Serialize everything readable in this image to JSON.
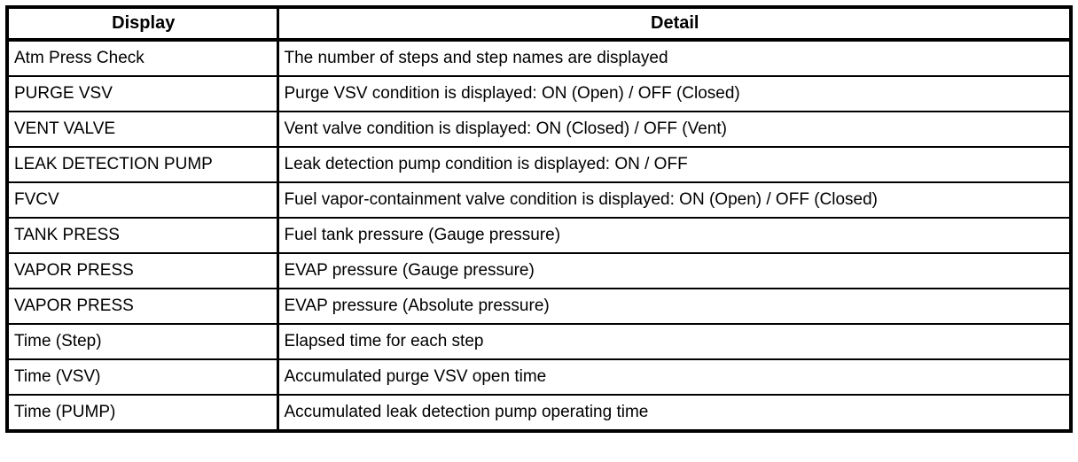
{
  "table": {
    "headers": {
      "display": "Display",
      "detail": "Detail"
    },
    "rows": [
      {
        "display": "Atm Press Check",
        "detail": "The number of steps and step names are displayed"
      },
      {
        "display": "PURGE VSV",
        "detail": "Purge VSV condition is displayed: ON (Open) / OFF (Closed)"
      },
      {
        "display": "VENT VALVE",
        "detail": "Vent valve condition is displayed: ON (Closed) / OFF (Vent)"
      },
      {
        "display": "LEAK DETECTION PUMP",
        "detail": "Leak detection pump condition is displayed: ON / OFF"
      },
      {
        "display": "FVCV",
        "detail": "Fuel vapor-containment valve condition is displayed: ON (Open) / OFF (Closed)"
      },
      {
        "display": "TANK PRESS",
        "detail": "Fuel tank pressure (Gauge pressure)"
      },
      {
        "display": "VAPOR PRESS",
        "detail": "EVAP pressure (Gauge pressure)"
      },
      {
        "display": "VAPOR PRESS",
        "detail": "EVAP pressure (Absolute pressure)"
      },
      {
        "display": "Time (Step)",
        "detail": "Elapsed time for each step"
      },
      {
        "display": "Time (VSV)",
        "detail": "Accumulated purge VSV open time"
      },
      {
        "display": "Time (PUMP)",
        "detail": "Accumulated leak detection pump operating time"
      }
    ]
  }
}
